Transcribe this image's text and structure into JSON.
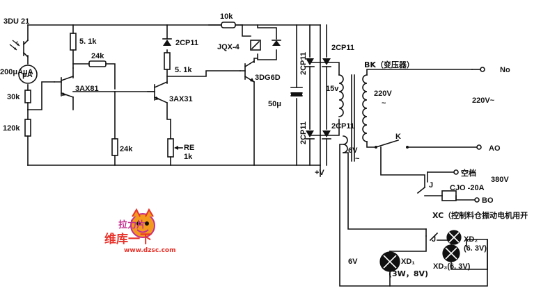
{
  "labels": {
    "photo_tr": "3DU 21",
    "meter": "200μAμA",
    "r30k": "30k",
    "r120k": "120k",
    "r51k_a": "5. 1k",
    "r24k_top": "24k",
    "q_3ax81": "3AX81",
    "d_2cp11_top": "2CP11",
    "r51k_b": "5. 1k",
    "q_3ax31": "3AX31",
    "r24k_bot": "24k",
    "pot_re": "RE",
    "pot_1k": "1k",
    "r10k": "10k",
    "relay_jqx": "JQX-4",
    "q_3dg6d": "3DG6D",
    "cap_50u": "50μ",
    "d_2cp11_v1": "2CP11",
    "d_2cp11_r1": "2CP11",
    "d_2cp11_v2": "2CP11",
    "d_2cp11_r2": "2CP11",
    "wind_15v": "15v",
    "wind_6v": "6V",
    "wind_tilde": "~",
    "plus_v": "+V",
    "bk": "BK（变压器）",
    "prim_220": "220V",
    "prim_tilde": "~",
    "no": "No",
    "ac220": "220V~",
    "k": "K",
    "ao": "AO",
    "kongdang": "空档",
    "j1": "J",
    "v380": "380V",
    "cjo": "CJO -20A",
    "bo": "BO",
    "xc": "XC（控制料仓振动电机用开",
    "j2": "J",
    "xd2": "XD₂",
    "xd2_rating": "(6. 3V)",
    "six_v": "6V",
    "xd1": "XD₁",
    "xd1_rating": "(3W，8V)",
    "xd3": "XD₃(6. 3V)"
  },
  "watermark": {
    "brand_cn": "维库一下",
    "url": "www.dzsc.com",
    "badge": "拉力片"
  },
  "colors": {
    "ink": "#111111",
    "watermark_red": "#e8322a",
    "watermark_orange": "#f39a1e",
    "watermark_magenta": "#c2308f"
  }
}
